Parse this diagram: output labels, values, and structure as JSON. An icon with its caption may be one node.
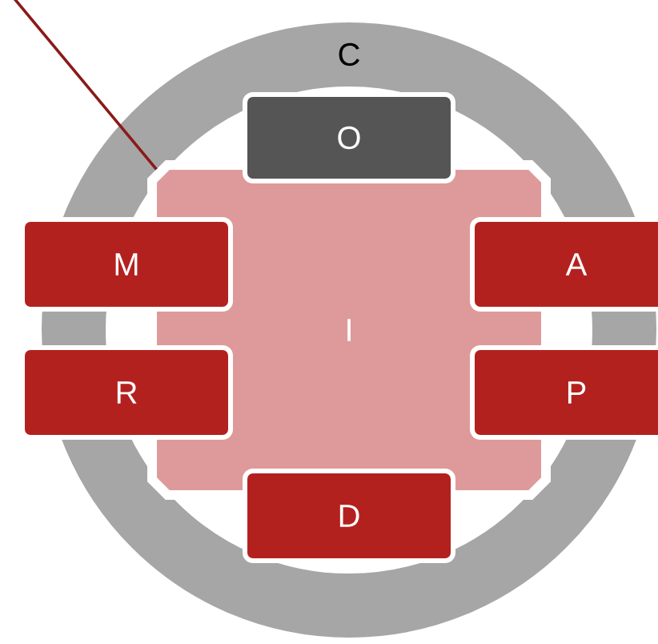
{
  "diagram": {
    "nodes": [
      {
        "text": [
          "C"
        ]
      },
      {
        "text": [
          "I"
        ],
        "in": 0
      },
      {
        "text": [
          "O"
        ],
        "in": 0
      },
      {
        "text": [
          "M"
        ]
      },
      {
        "text": [
          "A"
        ]
      },
      {
        "text": [
          "R"
        ]
      },
      {
        "text": [
          "P"
        ]
      },
      {
        "text": [
          "D"
        ],
        "in": 0
      }
    ],
    "edges": [
      {
        "from": null,
        "to": 1,
        "arrow": "none"
      }
    ]
  }
}
